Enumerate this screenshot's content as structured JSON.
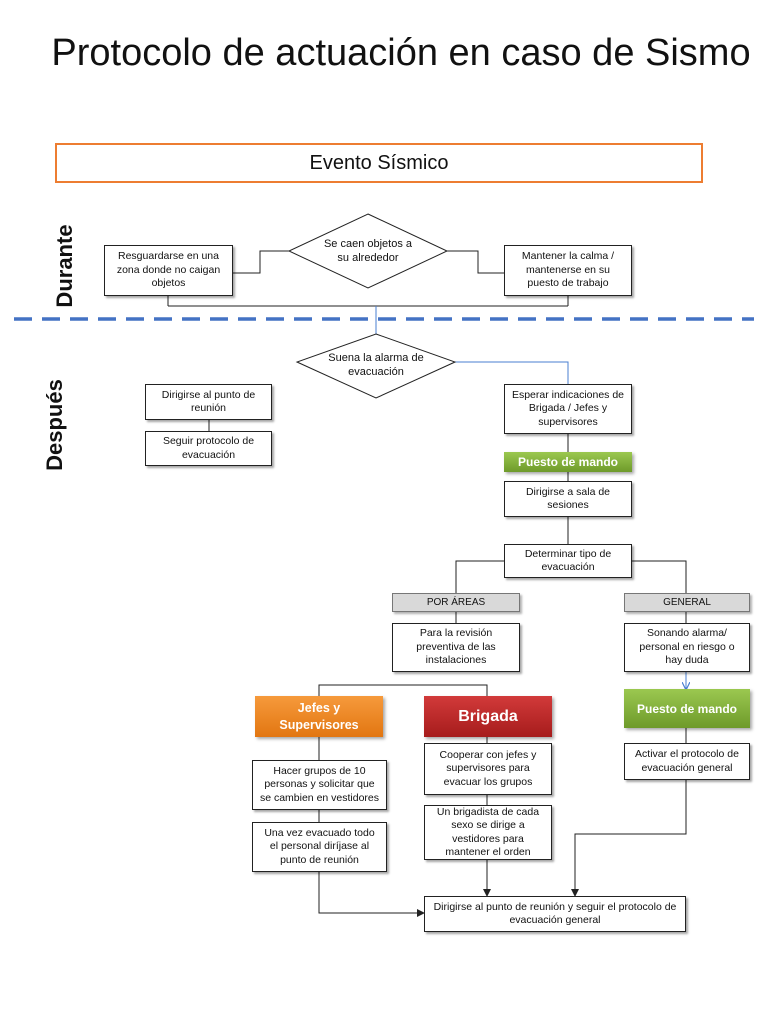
{
  "title": "Protocolo de actuación en caso de Sismo",
  "event": "Evento Sísmico",
  "phases": {
    "during": "Durante",
    "after": "Después"
  },
  "during": {
    "decision": "Se caen objetos a su alrededor",
    "left": "Resguardarse  en una zona donde no caigan objetos",
    "right": "Mantener la calma / mantenerse en  su puesto de trabajo"
  },
  "after": {
    "decision": "Suena la alarma de evacuación",
    "left1": "Dirigirse al punto de reunión",
    "left2": "Seguir protocolo de evacuación",
    "right1": "Esperar indicaciones de Brigada / Jefes y supervisores",
    "puesto1": "Puesto de mando",
    "sala": "Dirigirse a sala  de sesiones",
    "tipo": "Determinar  tipo de evacuación",
    "por_areas": "POR  ÁREAS",
    "general": "GENERAL",
    "revision": "Para la revisión preventiva de las instalaciones",
    "sonando": "Sonando alarma/ personal en riesgo o hay duda",
    "jefes": "Jefes y Supervisores",
    "brigada": "Brigada",
    "puesto2": "Puesto de mando",
    "grupos": "Hacer grupos de 10 personas y   solicitar que se cambien  en vestidores",
    "vez": "Una vez evacuado todo el personal diríjase al punto de reunión",
    "cooperar": "Cooperar con jefes y supervisores para evacuar los  grupos",
    "brigadista": "Un brigadista de cada sexo se dirige a vestidores para mantener el orden",
    "activar": "Activar el protocolo de evacuación general",
    "final": "Dirigirse al punto de reunión y seguir el protocolo de evacuación general"
  },
  "colors": {
    "event_border": "#ed7d31",
    "dashed_divider": "#4472c4",
    "green": "#7fae35",
    "orange": "#f08a24",
    "red": "#b82525",
    "grey_box": "#d9d9d9"
  }
}
